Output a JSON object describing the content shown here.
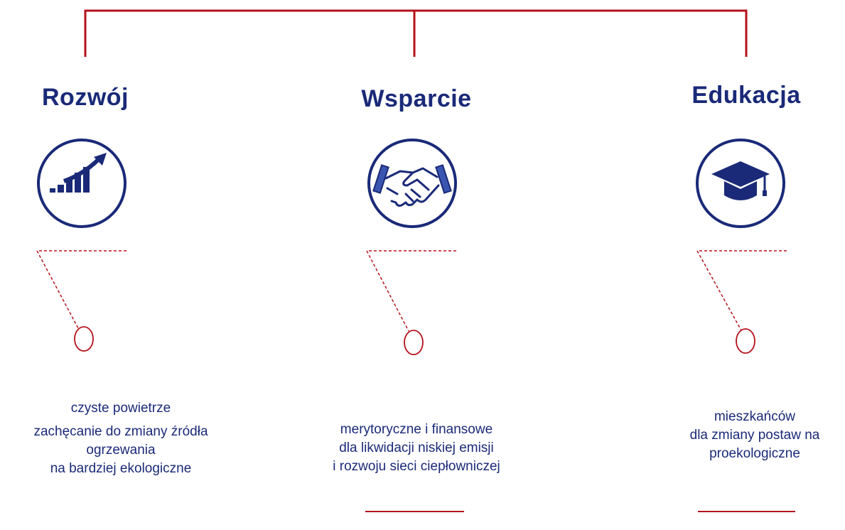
{
  "colors": {
    "accent": "#b5121b",
    "navy": "#1a2a78"
  },
  "columns": [
    {
      "title": "Rozwój",
      "icon": "growth-chart-icon",
      "lines": [
        "czyste powietrze",
        "zachęcanie do zmiany źródła",
        "ogrzewania",
        "na bardziej ekologiczne"
      ]
    },
    {
      "title": "Wsparcie",
      "icon": "handshake-icon",
      "lines": [
        "merytoryczne i finansowe",
        "dla likwidacji niskiej emisji",
        "i rozwoju sieci ciepłowniczej"
      ]
    },
    {
      "title": "Edukacja",
      "icon": "graduation-cap-icon",
      "lines": [
        "mieszkańców",
        "dla zmiany postaw na",
        "proekologiczne"
      ]
    }
  ]
}
